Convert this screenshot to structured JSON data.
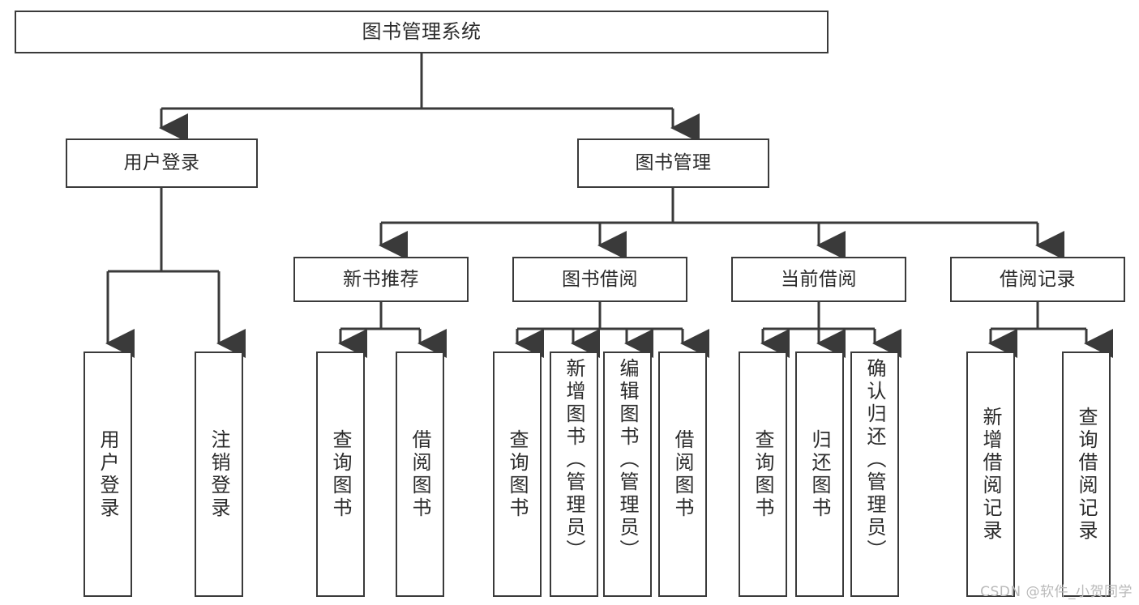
{
  "diagram": {
    "title": "图书管理系统",
    "type": "tree",
    "stroke_color": "#3a3a3a",
    "text_color": "#2b2b2b",
    "background_color": "#ffffff",
    "nodes": {
      "root": {
        "label": "图书管理系统"
      },
      "level1": [
        {
          "id": "user-login",
          "label": "用户登录"
        },
        {
          "id": "book-manage",
          "label": "图书管理"
        }
      ],
      "level2": [
        {
          "id": "new-book-recommend",
          "label": "新书推荐"
        },
        {
          "id": "book-borrow",
          "label": "图书借阅"
        },
        {
          "id": "current-borrow",
          "label": "当前借阅"
        },
        {
          "id": "borrow-record",
          "label": "借阅记录"
        }
      ],
      "leaves": {
        "user_login": [
          {
            "id": "leaf-user-login",
            "label": "用户登录"
          },
          {
            "id": "leaf-logout-login",
            "label": "注销登录"
          }
        ],
        "new_book_recommend": [
          {
            "id": "leaf-query-book-1",
            "label": "查询图书"
          },
          {
            "id": "leaf-borrow-book-1",
            "label": "借阅图书"
          }
        ],
        "book_borrow": [
          {
            "id": "leaf-query-book-2",
            "label": "查询图书"
          },
          {
            "id": "leaf-add-book-admin",
            "label": "新增图书（管理员）"
          },
          {
            "id": "leaf-edit-book-admin",
            "label": "编辑图书（管理员）"
          },
          {
            "id": "leaf-borrow-book-2",
            "label": "借阅图书"
          }
        ],
        "current_borrow": [
          {
            "id": "leaf-query-book-3",
            "label": "查询图书"
          },
          {
            "id": "leaf-return-book",
            "label": "归还图书"
          },
          {
            "id": "leaf-confirm-return-admin",
            "label": "确认归还（管理员）"
          }
        ],
        "borrow_record": [
          {
            "id": "leaf-add-borrow-record",
            "label": "新增借阅记录"
          },
          {
            "id": "leaf-query-borrow-record",
            "label": "查询借阅记录"
          }
        ]
      }
    }
  },
  "watermark": {
    "text": "CSDN @软件_小贺同学"
  }
}
